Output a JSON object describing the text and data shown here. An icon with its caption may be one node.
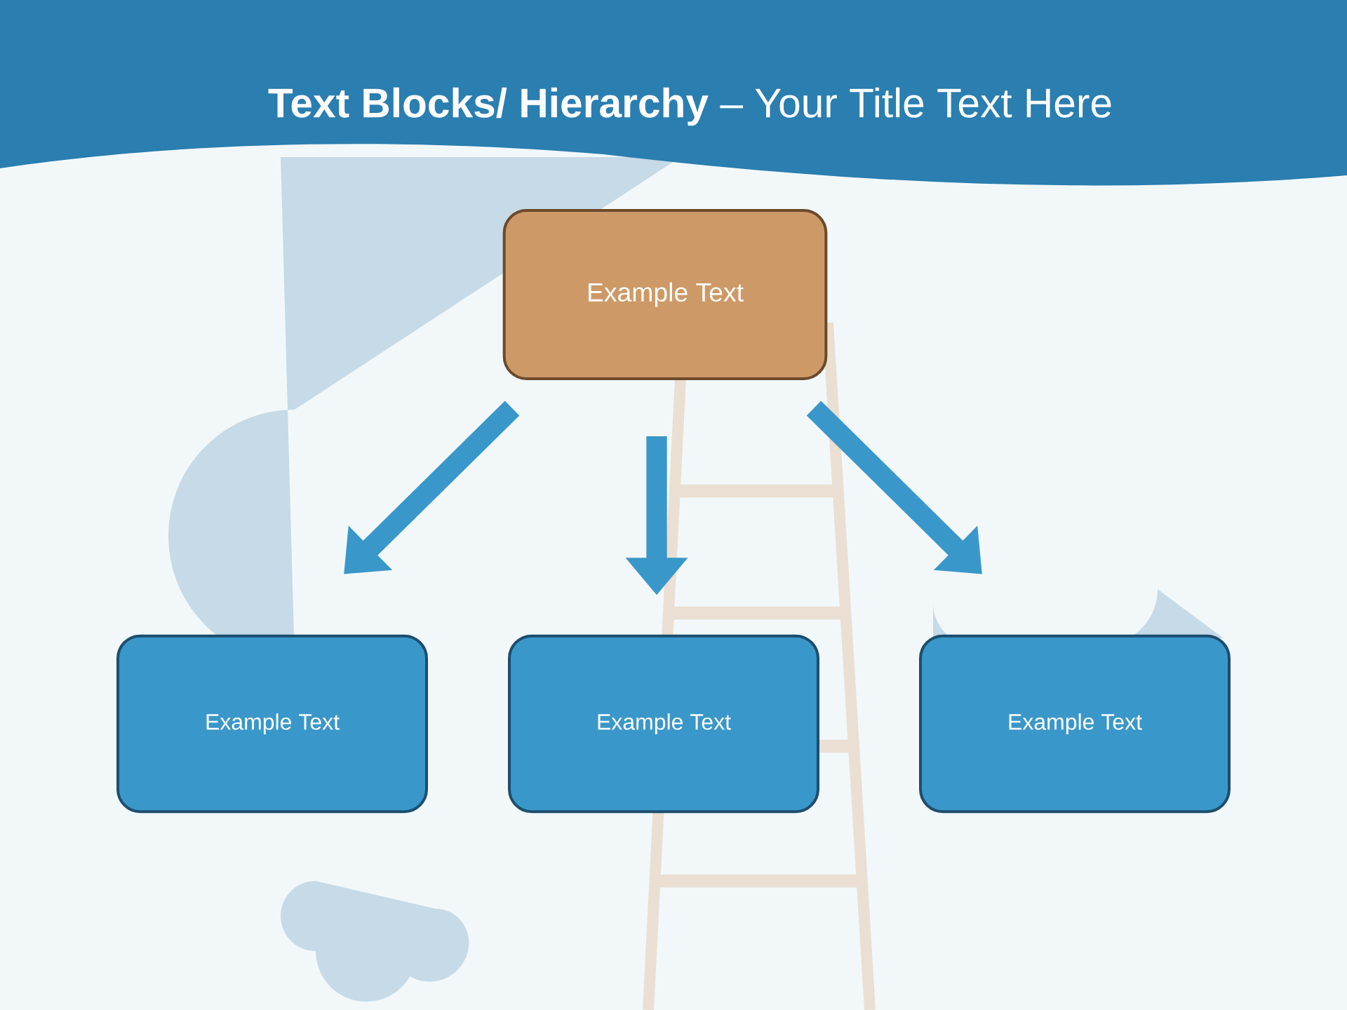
{
  "diagram": {
    "title": "**Text Blocks/ Hierarchy** – Your Title Text Here",
    "nodes": [
      {
        "text": [
          "Example Text"
        ]
      },
      {
        "text": [
          "Example Text"
        ]
      },
      {
        "text": [
          "Example Text"
        ]
      },
      {
        "text": [
          "Example Text"
        ]
      }
    ],
    "edges": [
      {
        "from": 0,
        "to": 1,
        "arrow": "to"
      },
      {
        "from": 0,
        "to": 2,
        "arrow": "to"
      },
      {
        "from": 0,
        "to": 3,
        "arrow": "to"
      }
    ]
  }
}
